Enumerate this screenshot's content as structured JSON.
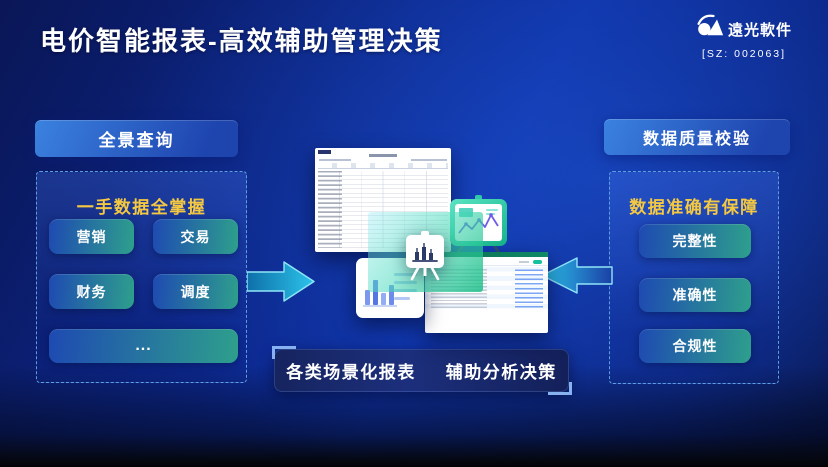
{
  "page": {
    "title": "电价智能报表-高效辅助管理决策"
  },
  "logo": {
    "name": "遠光軟件",
    "stock_code": "[SZ: 002063]"
  },
  "left_panel": {
    "header": "全景查询",
    "subtitle": "一手数据全掌握",
    "tags": [
      "营销",
      "交易",
      "财务",
      "调度"
    ],
    "more_label": "..."
  },
  "right_panel": {
    "header": "数据质量校验",
    "subtitle": "数据准确有保障",
    "tags": [
      "完整性",
      "准确性",
      "合规性"
    ]
  },
  "bottom_banner": {
    "left_text": "各类场景化报表",
    "right_text": "辅助分析决策"
  },
  "icons": {
    "logo_mark": "ygsoft-circle-triangle",
    "flow_left": "arrow-pointing-right",
    "flow_right": "arrow-pointing-left",
    "center_items": [
      "report-table-screenshot",
      "presentation-board-line-chart",
      "data-table-screenshot",
      "bar-chart-card",
      "easel-candlestick-chart"
    ]
  },
  "theme": {
    "accent_gold": "#F5C842",
    "accent_cyan": "#2CC4EC",
    "header_gradient_light": "#3B82E0",
    "header_gradient_dark": "#1E44AE",
    "tag_gradient_left": "#1E4AB2",
    "tag_gradient_right": "#2E9F8C",
    "dashed_border": "#5F9FE0",
    "background_blue": "#0C2DA0",
    "background_deep": "#0A1656",
    "board_teal": "#1FC29E",
    "chart_purple": "#6F5BE8",
    "logo_color": "#FFFFFF"
  }
}
